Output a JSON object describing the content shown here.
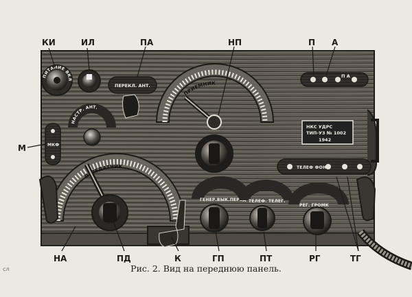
{
  "labels": {
    "ki": "КИ",
    "il": "ИЛ",
    "pa": "ПА",
    "np": "НП",
    "p": "П",
    "a": "А",
    "m": "М",
    "na": "НА",
    "pd": "ПД",
    "k": "К",
    "gp": "ГП",
    "pt": "ПТ",
    "rg": "РГ",
    "tg": "ТГ"
  },
  "panel_text": {
    "knob_ki": "ПИТАНИЕ ВКЛ",
    "perekl_ant": "ПЕРЕКЛ. АНТ.",
    "nastr_ant": "НАСТР. АНТ.",
    "priemnik": "ПРИЕМНИК",
    "peredatchik": "ПЕРЕДАТЧИК",
    "mkf": "МКФ",
    "pa_sockets": "П  А",
    "plate_line1": "НКС УДРС",
    "plate_line2": "ТИП-У3 № 1002",
    "plate_line3": "1942",
    "phone": "ТЕЛЕФ   ФОН",
    "gp_label": "ГЕНЕР.ВЫК.ПЕРЕД",
    "pt_label": "ТЕЛЕФ. ТЕЛЕГ.",
    "rg_label": "РЕГ. ГРОМК"
  },
  "caption": "Рис. 2. Вид на переднюю панель.",
  "margin_note": "сл"
}
